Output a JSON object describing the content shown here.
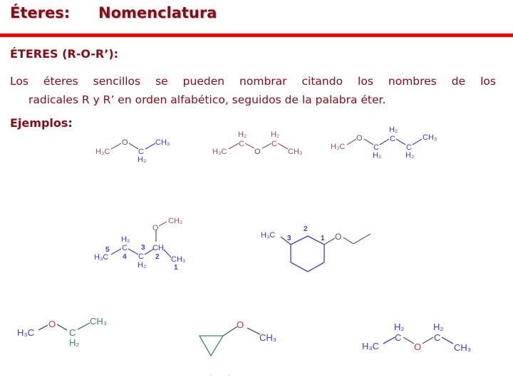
{
  "slide": {
    "title_part1": "Éteres:",
    "title_part2": "Nomenclatura",
    "section_heading": "ÉTERES (R-O-R’):",
    "paragraph_line1": "Los éteres sencillos se pueden nombrar citando los nombres de los",
    "paragraph_line2": "radicales R y R’ en orden alfabético, seguidos de la palabra éter.",
    "examples_label": "Ejemplos:"
  },
  "colors": {
    "title": "#8b0a14",
    "rule": "#ff0000",
    "text": "#8b0a14",
    "mol_red": "#a0505a",
    "mol_blue": "#3c3cdc",
    "mol_gray": "#555555",
    "mol_green": "#3c8c5a",
    "mol_oxygen_red": "#e03040"
  },
  "molecules": {
    "m1": {
      "h3c": "H₃C",
      "o": "O",
      "c": "C",
      "h2": "H₂",
      "ch3": "CH₃"
    },
    "m2": {
      "h3c": "H₃C",
      "c1": "C",
      "h2a": "H₂",
      "o": "O",
      "c2": "C",
      "h2b": "H₂",
      "ch3": "CH₃"
    },
    "m3": {
      "h3c": "H₃C",
      "o": "O",
      "c1": "C",
      "h2a": "H₂",
      "c2": "C",
      "h2b": "H₂",
      "c3": "C",
      "h2c": "H₂",
      "ch3": "CH₃"
    },
    "m4": {
      "ch3_top": "CH₃",
      "o": "O",
      "ch": "CH",
      "ch3": "CH₃",
      "c3": "C",
      "h2a": "H₂",
      "c4": "C",
      "h2b": "H₂",
      "h3c": "H₃C",
      "n1": "1",
      "n2": "2",
      "n3": "3",
      "n4": "4",
      "n5": "5"
    },
    "m5": {
      "h3c": "H₃C",
      "o": "O",
      "n1": "1",
      "n2": "2",
      "n3": "3"
    },
    "m6": {
      "h3c": "H₃C",
      "o": "O",
      "c": "C",
      "h2": "H₂",
      "ch3": "CH₃"
    },
    "m7": {
      "o": "O",
      "ch3": "CH₃"
    },
    "m8": {
      "h3c": "H₃C",
      "c1": "C",
      "h2a": "H₂",
      "o": "O",
      "c2": "C",
      "h2b": "H₂",
      "ch3": "CH₃"
    }
  }
}
